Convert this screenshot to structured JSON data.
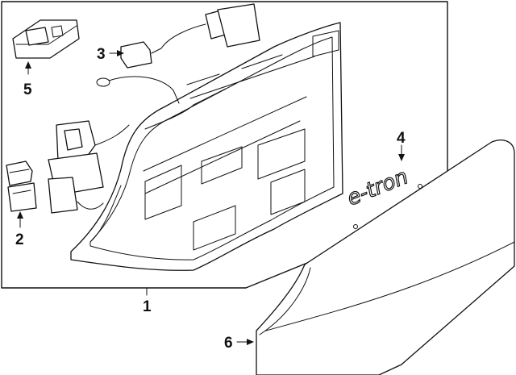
{
  "callouts": [
    {
      "id": "1",
      "label": "1"
    },
    {
      "id": "2",
      "label": "2"
    },
    {
      "id": "3",
      "label": "3"
    },
    {
      "id": "4",
      "label": "4"
    },
    {
      "id": "5",
      "label": "5"
    },
    {
      "id": "6",
      "label": "6"
    }
  ],
  "emblem": {
    "text": "e-tron"
  }
}
